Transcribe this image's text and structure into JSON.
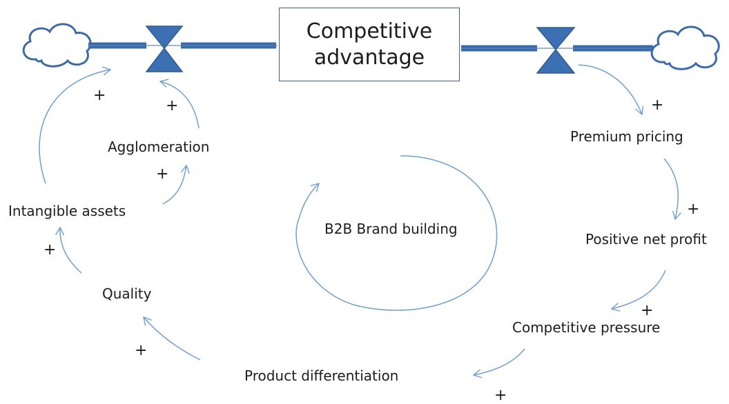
{
  "stock": {
    "line1": "Competitive",
    "line2": "advantage"
  },
  "variables": {
    "agglomeration": "Agglomeration",
    "intangible_assets": "Intangible assets",
    "quality": "Quality",
    "product_differentiation": "Product differentiation",
    "premium_pricing": "Premium pricing",
    "positive_net_profit": "Positive net profit",
    "competitive_pressure": "Competitive pressure"
  },
  "loop_label": "B2B Brand building",
  "polarities": {
    "intangible_to_inflow": "+",
    "agglomeration_to_inflow": "+",
    "intangible_to_agglomeration": "+",
    "quality_to_intangible": "+",
    "differentiation_to_quality": "+",
    "outflow_to_premium": "+",
    "premium_to_profit": "+",
    "profit_to_pressure": "+",
    "pressure_to_differentiation": "+"
  },
  "colors": {
    "pipe": "#3b6aa8",
    "valve_fill": "#3d70b2",
    "link": "#6d9fd0",
    "text": "#1c1c1c",
    "cloud_stroke": "#3b6aa8"
  }
}
